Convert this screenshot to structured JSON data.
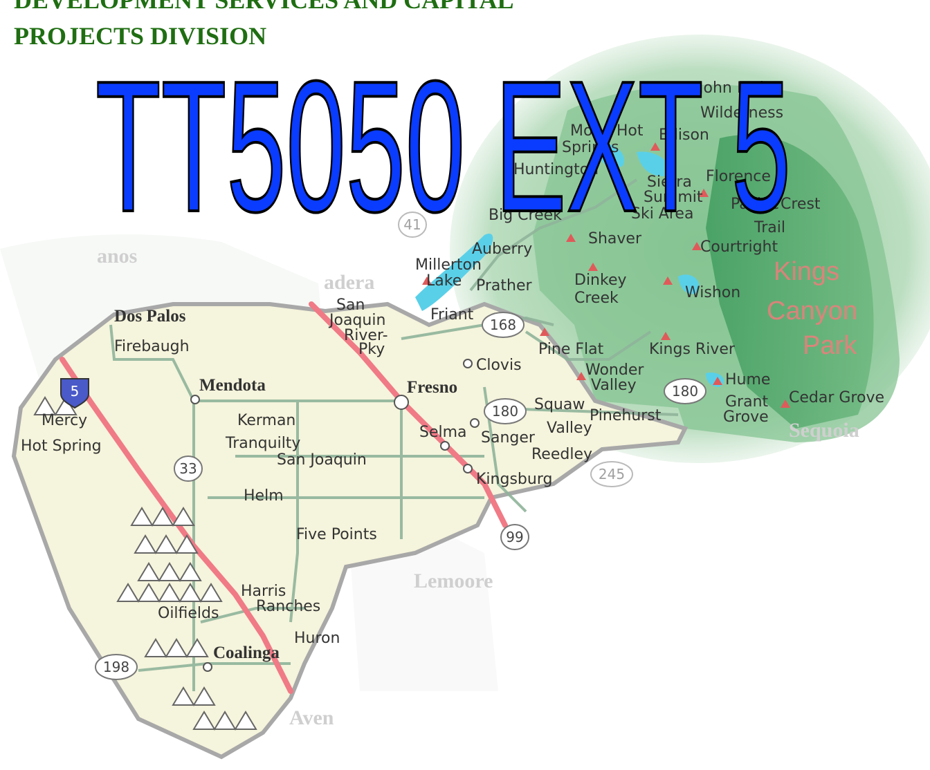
{
  "header": {
    "line1": "DEVELOPMENT SERVICES AND CAPITAL",
    "line2": "PROJECTS DIVISION"
  },
  "title": "TT5050 EXT 5",
  "colors": {
    "heading": "#1f6e12",
    "title_fill": "#0a3cff",
    "title_stroke": "#000000",
    "valley": "#f5f4dc",
    "mountains": "#7fbf8a",
    "park": "#3c9a5c",
    "lake": "#5ad0e8",
    "freeway": "#f07a86",
    "county_border": "#a8a8a8",
    "road": "#8fb49a"
  },
  "map": {
    "places": [
      {
        "id": "dos-palos",
        "name": "Dos Palos",
        "style": "serif"
      },
      {
        "id": "firebaugh",
        "name": "Firebaugh",
        "style": "normal"
      },
      {
        "id": "mendota",
        "name": "Mendota",
        "style": "serif"
      },
      {
        "id": "mercy",
        "name": "Mercy",
        "style": "normal"
      },
      {
        "id": "hot-spring",
        "name": "Hot Spring",
        "style": "normal"
      },
      {
        "id": "kerman",
        "name": "Kerman",
        "style": "normal"
      },
      {
        "id": "tranquility",
        "name": "Tranquilty",
        "style": "normal"
      },
      {
        "id": "san-joaquin",
        "name": "San Joaquin",
        "style": "normal"
      },
      {
        "id": "helm",
        "name": "Helm",
        "style": "normal"
      },
      {
        "id": "five-points",
        "name": "Five Points",
        "style": "normal"
      },
      {
        "id": "harris",
        "name": "Harris",
        "style": "normal"
      },
      {
        "id": "ranches",
        "name": "Ranches",
        "style": "normal"
      },
      {
        "id": "oilfields",
        "name": "Oilfields",
        "style": "normal"
      },
      {
        "id": "coalinga",
        "name": "Coalinga",
        "style": "serif"
      },
      {
        "id": "huron",
        "name": "Huron",
        "style": "normal"
      },
      {
        "id": "fresno",
        "name": "Fresno",
        "style": "serif"
      },
      {
        "id": "clovis",
        "name": "Clovis",
        "style": "normal"
      },
      {
        "id": "friant",
        "name": "Friant",
        "style": "normal"
      },
      {
        "id": "san-joaquin-river",
        "name": "San",
        "style": "normal"
      },
      {
        "id": "sjr-2",
        "name": "Joaquin",
        "style": "normal"
      },
      {
        "id": "sjr-3",
        "name": "River-",
        "style": "normal"
      },
      {
        "id": "sjr-4",
        "name": "Pky",
        "style": "normal"
      },
      {
        "id": "millerton",
        "name": "Millerton",
        "style": "normal"
      },
      {
        "id": "lake",
        "name": "Lake",
        "style": "normal"
      },
      {
        "id": "prather",
        "name": "Prather",
        "style": "normal"
      },
      {
        "id": "auberry",
        "name": "Auberry",
        "style": "normal"
      },
      {
        "id": "big-creek",
        "name": "Big Creek",
        "style": "normal"
      },
      {
        "id": "shaver",
        "name": "Shaver",
        "style": "normal"
      },
      {
        "id": "dinkey",
        "name": "Dinkey",
        "style": "normal"
      },
      {
        "id": "dinkey-creek",
        "name": "Creek",
        "style": "normal"
      },
      {
        "id": "courtright",
        "name": "Courtright",
        "style": "normal"
      },
      {
        "id": "wishon",
        "name": "Wishon",
        "style": "normal"
      },
      {
        "id": "pine-flat",
        "name": "Pine Flat",
        "style": "normal"
      },
      {
        "id": "kings-river",
        "name": "Kings River",
        "style": "normal"
      },
      {
        "id": "wonder",
        "name": "Wonder",
        "style": "normal"
      },
      {
        "id": "valley",
        "name": "Valley",
        "style": "normal"
      },
      {
        "id": "hume",
        "name": "Hume",
        "style": "normal"
      },
      {
        "id": "grant",
        "name": "Grant",
        "style": "normal"
      },
      {
        "id": "grove",
        "name": "Grove",
        "style": "normal"
      },
      {
        "id": "cedar-grove",
        "name": "Cedar Grove",
        "style": "normal"
      },
      {
        "id": "squaw",
        "name": "Squaw",
        "style": "normal"
      },
      {
        "id": "squaw-valley",
        "name": "Valley",
        "style": "normal"
      },
      {
        "id": "pinehurst",
        "name": "Pinehurst",
        "style": "normal"
      },
      {
        "id": "selma",
        "name": "Selma",
        "style": "normal"
      },
      {
        "id": "sanger",
        "name": "Sanger",
        "style": "normal"
      },
      {
        "id": "reedley",
        "name": "Reedley",
        "style": "normal"
      },
      {
        "id": "kingsburg",
        "name": "Kingsburg",
        "style": "normal"
      },
      {
        "id": "huntington",
        "name": "Huntington",
        "style": "normal"
      },
      {
        "id": "mono-hot",
        "name": "Mono Hot",
        "style": "normal"
      },
      {
        "id": "springs",
        "name": "Springs",
        "style": "normal"
      },
      {
        "id": "edison",
        "name": "Edison",
        "style": "normal"
      },
      {
        "id": "sierra",
        "name": "Sierra",
        "style": "normal"
      },
      {
        "id": "summit",
        "name": "Summit",
        "style": "normal"
      },
      {
        "id": "ski-area",
        "name": "Ski Area",
        "style": "normal"
      },
      {
        "id": "florence",
        "name": "Florence",
        "style": "normal"
      },
      {
        "id": "pacific",
        "name": "Pacific",
        "style": "normal"
      },
      {
        "id": "crest",
        "name": "Crest",
        "style": "normal"
      },
      {
        "id": "trail",
        "name": "Trail",
        "style": "normal"
      },
      {
        "id": "wilderness",
        "name": "Wilderness",
        "style": "normal"
      },
      {
        "id": "john-muir",
        "name": "John Muir",
        "style": "normal"
      }
    ],
    "park": [
      "Kings",
      "Canyon",
      "Park"
    ],
    "faint": [
      {
        "id": "madera",
        "name": "adera"
      },
      {
        "id": "banos",
        "name": "anos"
      },
      {
        "id": "lemoore",
        "name": "Lemoore"
      },
      {
        "id": "avenal",
        "name": "Aven"
      },
      {
        "id": "sequoia",
        "name": "Sequoia"
      }
    ],
    "shields": [
      {
        "id": "i5",
        "label": "5",
        "type": "interstate"
      },
      {
        "id": "r168",
        "label": "168",
        "type": "state"
      },
      {
        "id": "r180a",
        "label": "180",
        "type": "state"
      },
      {
        "id": "r180b",
        "label": "180",
        "type": "state"
      },
      {
        "id": "r33",
        "label": "33",
        "type": "state"
      },
      {
        "id": "r99",
        "label": "99",
        "type": "state"
      },
      {
        "id": "r198",
        "label": "198",
        "type": "state"
      },
      {
        "id": "r41",
        "label": "41",
        "type": "state"
      },
      {
        "id": "r245",
        "label": "245",
        "type": "state"
      }
    ]
  }
}
